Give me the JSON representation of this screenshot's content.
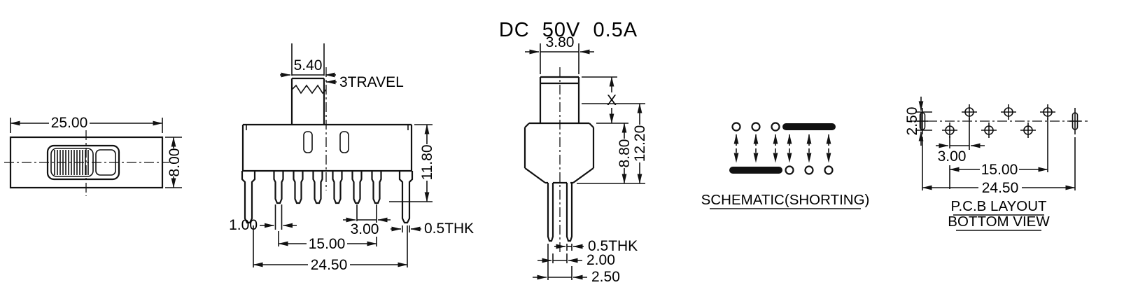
{
  "colors": {
    "ink": "#111111",
    "background": "#ffffff"
  },
  "drawing": {
    "rating": "DC 50V 0.5A",
    "top": {
      "width": "25.00",
      "height": "8.00"
    },
    "front": {
      "knob_width": "5.40",
      "travel_label": "3TRAVEL",
      "body_height": "11.80",
      "pin_width": "1.00",
      "pin_pitch": "3.00",
      "thickness": "0.5THK",
      "pin_span": "15.00",
      "total_width": "24.50"
    },
    "side": {
      "knob_width": "3.80",
      "stroke_height": "X",
      "body_height": "8.80",
      "total_height": "12.20",
      "thickness": "0.5THK",
      "leg_gap": "2.00",
      "leg_span": "2.50"
    },
    "schematic": {
      "caption": "SCHEMATIC(SHORTING)"
    },
    "pcb": {
      "row_pitch": "2.50",
      "pad_pitch": "3.00",
      "pad_span": "15.00",
      "total_span": "24.50",
      "caption": "P.C.B LAYOUT",
      "subcaption": "BOTTOM VIEW"
    }
  }
}
